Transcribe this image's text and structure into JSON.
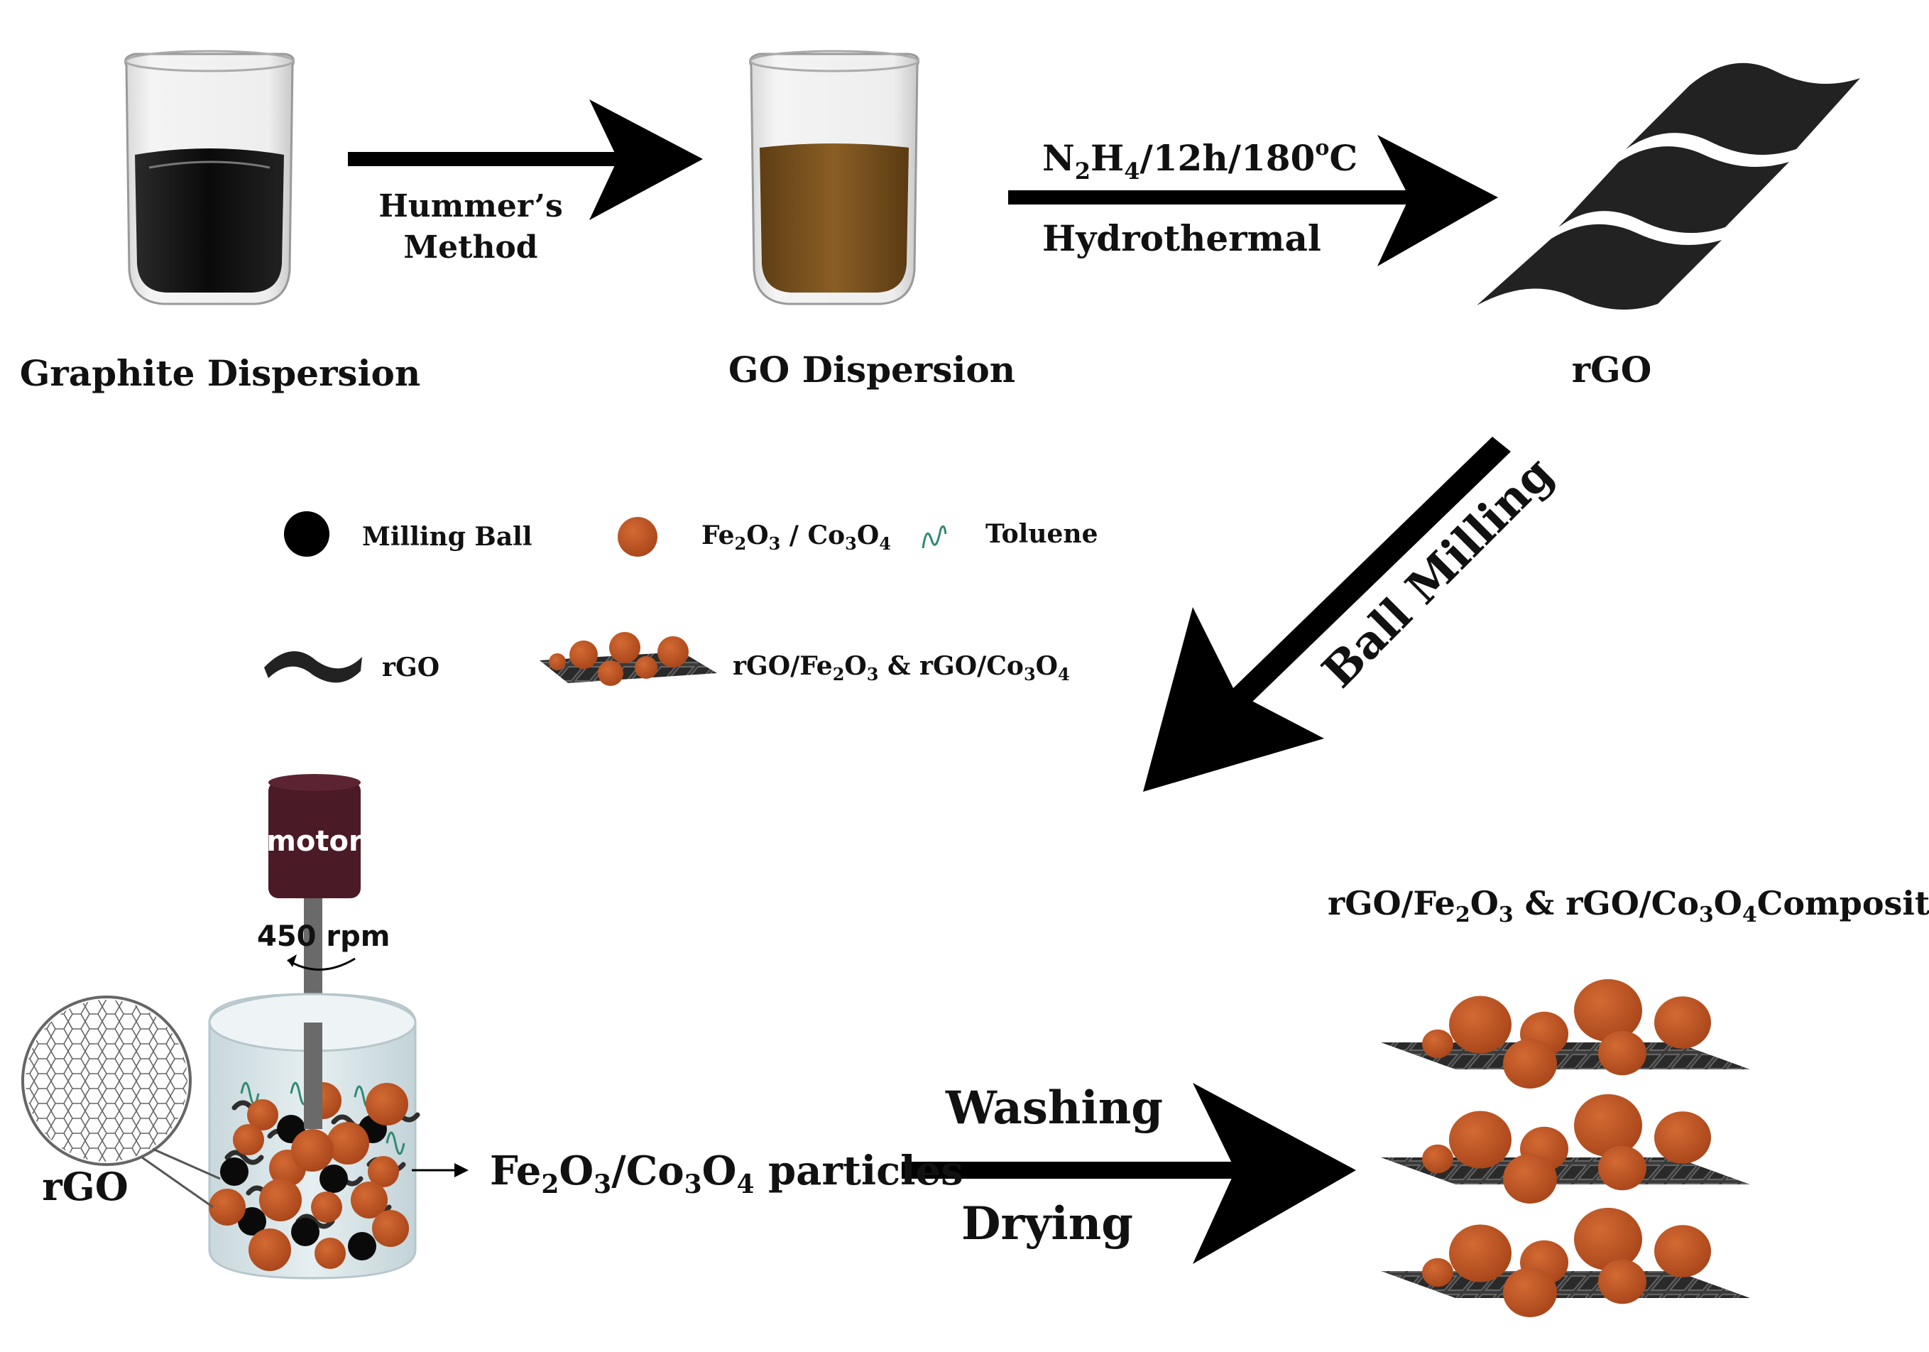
{
  "colors": {
    "particle": "#b8501f",
    "particle_edge": "#8a3a14",
    "graphite": "#141414",
    "go": "#7a5320",
    "sheet": "#2a2a2a",
    "motor": "#4a1a26",
    "arrow": "#000000"
  },
  "steps": {
    "graphite_label": "Graphite Dispersion",
    "go_label": "GO Dispersion",
    "rgo_label": "rGO",
    "hummers_line1": "Hummer’s",
    "hummers_line2": "Method",
    "hydro_reagent": "N",
    "hydro_sub1": "2",
    "hydro_h": "H",
    "hydro_sub2": "4",
    "hydro_rest": "/12h/180",
    "hydro_deg": "o",
    "hydro_c": "C",
    "hydro_label": "Hydrothermal",
    "ball_milling_label": "Ball Milling",
    "washing_label": "Washing",
    "drying_label": "Drying"
  },
  "legend": {
    "milling_ball": "Milling Ball",
    "oxides": {
      "a": "Fe",
      "a2": "2",
      "b": "O",
      "b3": "3",
      "sep": " / Co",
      "c3": "3",
      "d": "O",
      "d4": "4"
    },
    "toluene": "Toluene",
    "rgo": "rGO",
    "composite": {
      "p1": "rGO/Fe",
      "s1": "2",
      "p2": "O",
      "s2": "3",
      "p3": " & rGO/Co",
      "s3": "3",
      "p4": "O",
      "s4": "4"
    }
  },
  "mill": {
    "motor_label": "motor",
    "speed_label": "450 rpm",
    "rgo_zoom_label": "rGO",
    "particles": {
      "p1": "Fe",
      "s1": "2",
      "p2": "O",
      "s2": "3",
      "p3": "/Co",
      "s3": "3",
      "p4": "O",
      "s4": "4",
      "p5": " particles"
    }
  },
  "result": {
    "title": {
      "p1": "rGO/Fe",
      "s1": "2",
      "p2": "O",
      "s2": "3",
      "p3": " & rGO/Co",
      "s3": "3",
      "p4": "O",
      "s4": "4",
      "p5": "Composites"
    }
  }
}
